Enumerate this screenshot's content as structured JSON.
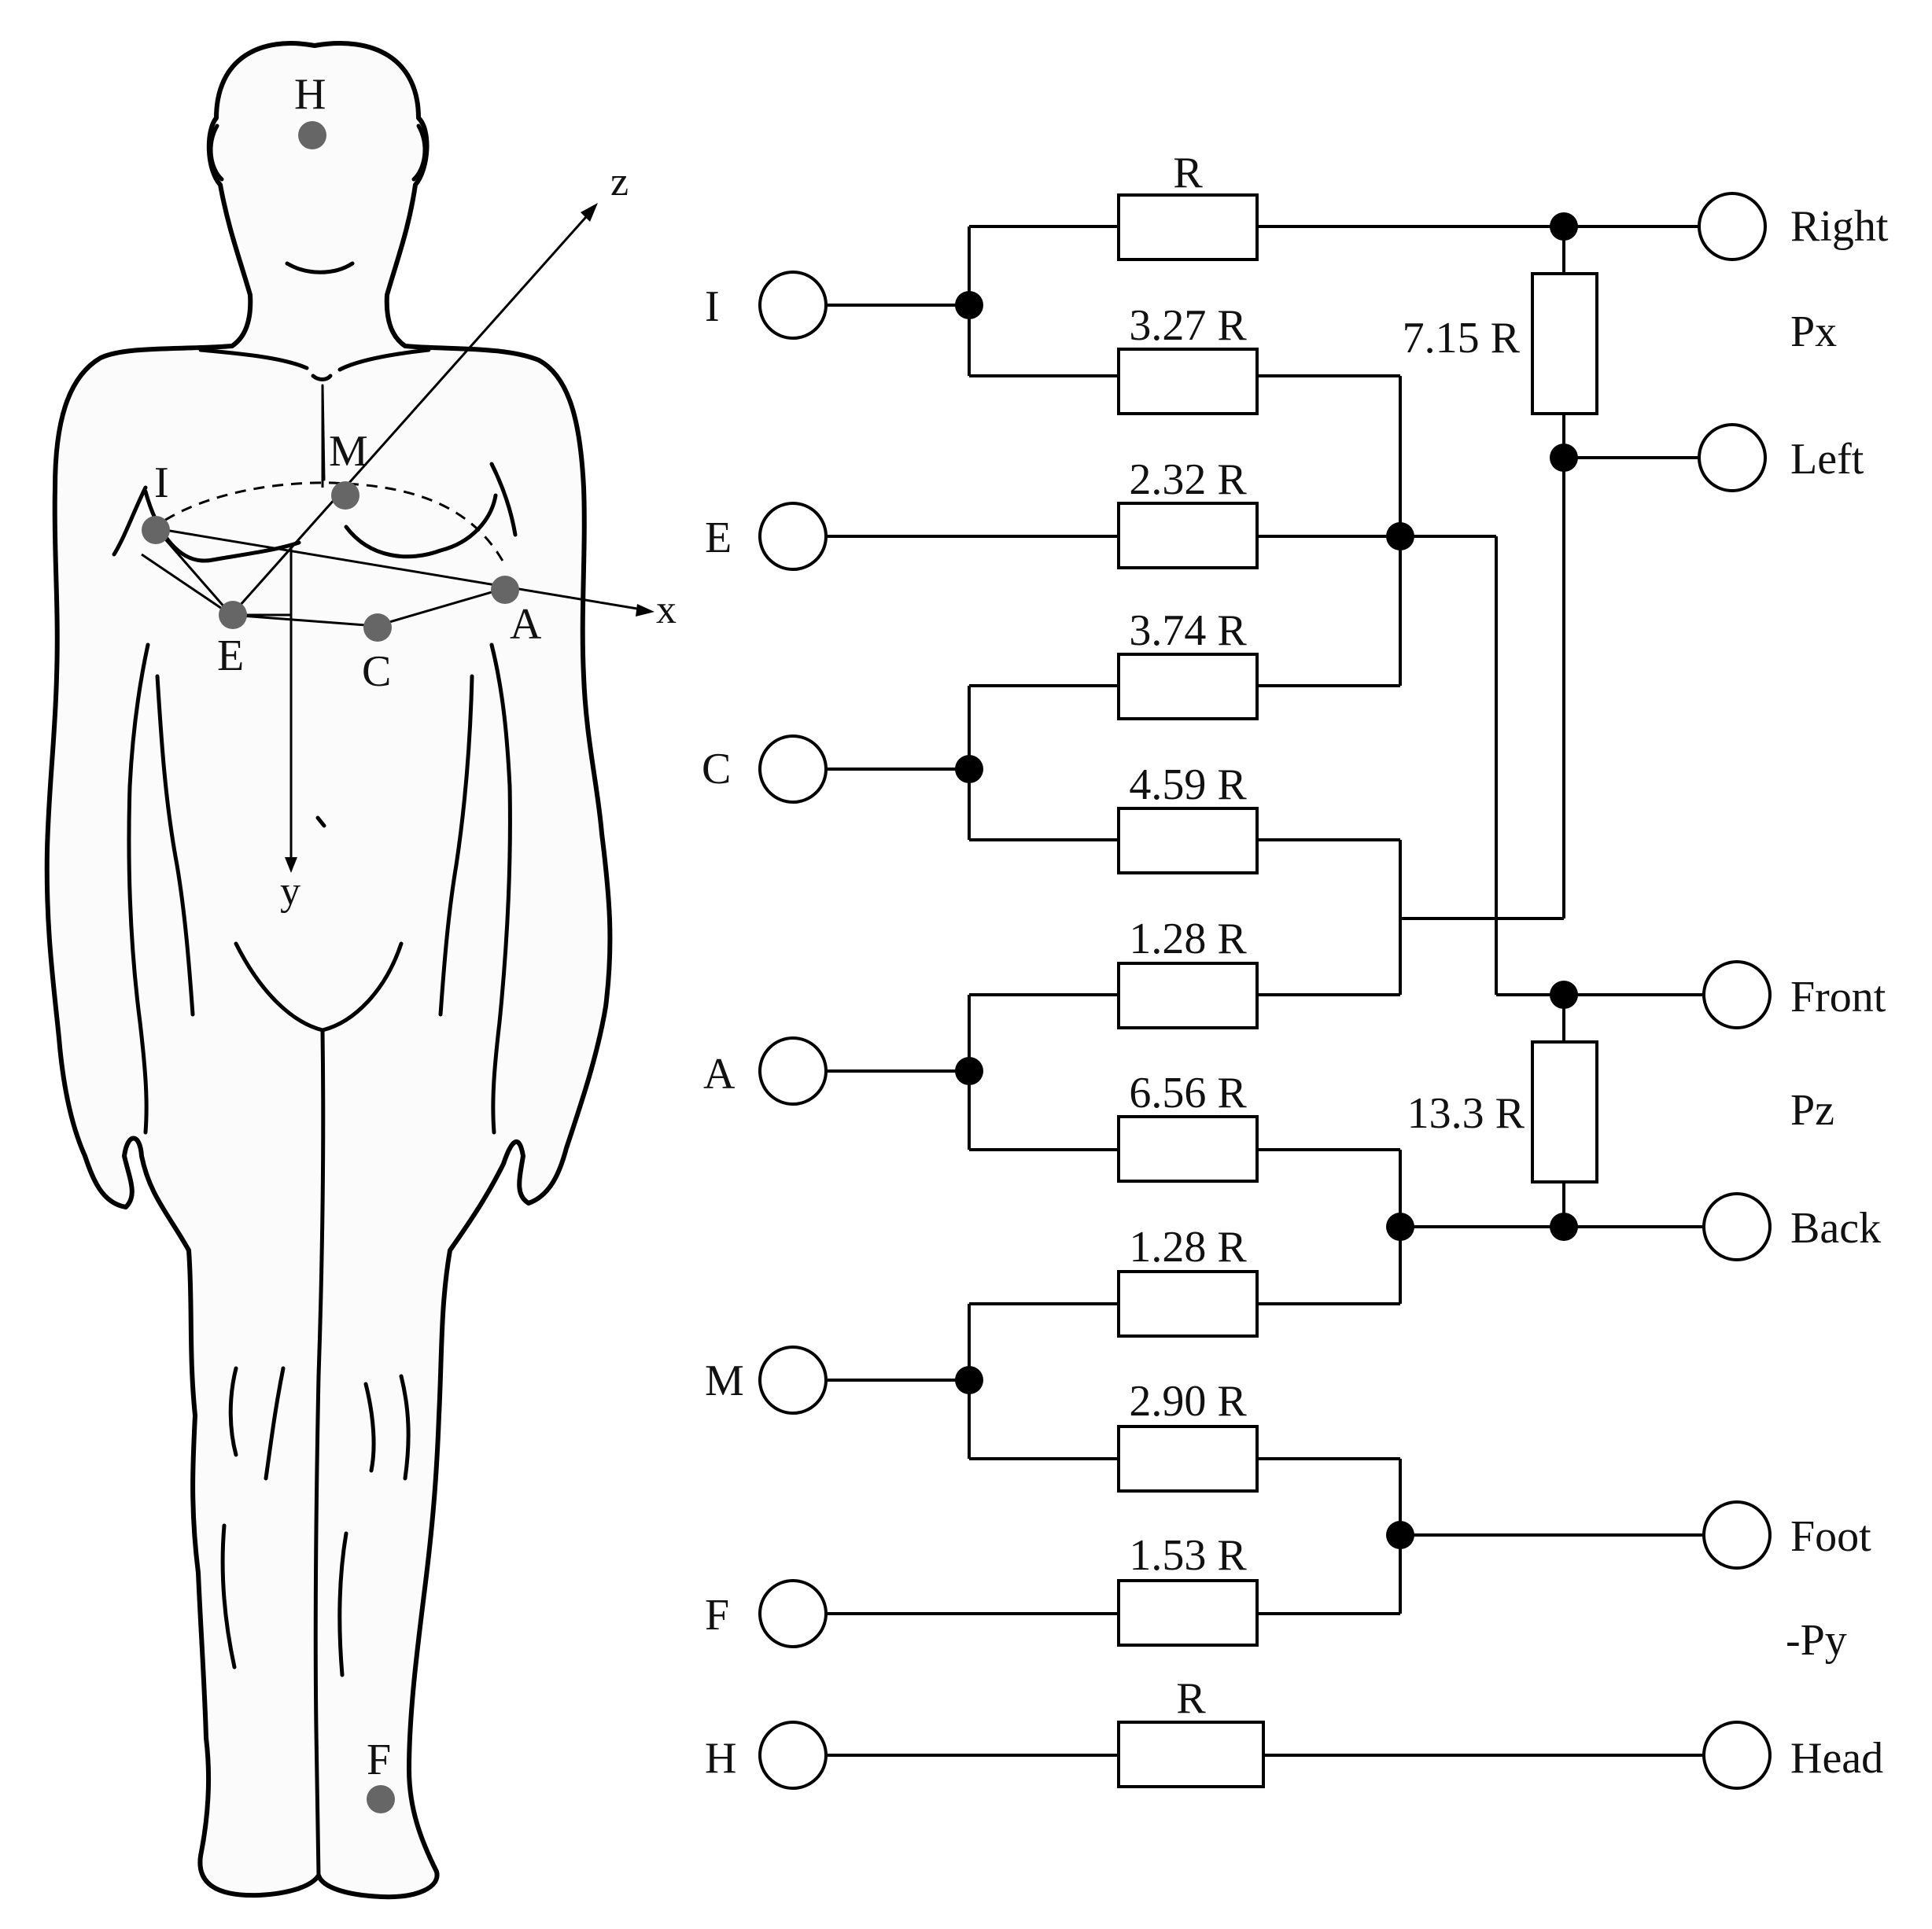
{
  "body": {
    "electrodes": [
      "H",
      "M",
      "I",
      "E",
      "C",
      "A",
      "F"
    ],
    "axes": [
      "x",
      "y",
      "z"
    ]
  },
  "circuit": {
    "inputs": [
      "I",
      "E",
      "C",
      "A",
      "M",
      "F",
      "H"
    ],
    "resistors": [
      "R",
      "3.27 R",
      "2.32 R",
      "3.74 R",
      "4.59 R",
      "1.28 R",
      "6.56 R",
      "1.28 R",
      "2.90 R",
      "1.53 R",
      "R"
    ],
    "bridge_resistors": [
      "7.15 R",
      "13.3 R"
    ],
    "outputs": [
      "Right",
      "Left",
      "Front",
      "Back",
      "Foot",
      "Head"
    ],
    "leads": [
      "Px",
      "Pz",
      "-Py"
    ]
  },
  "colors": {
    "ink": "#000000",
    "electrode": "#666666",
    "skin": "#fbfbfb"
  }
}
